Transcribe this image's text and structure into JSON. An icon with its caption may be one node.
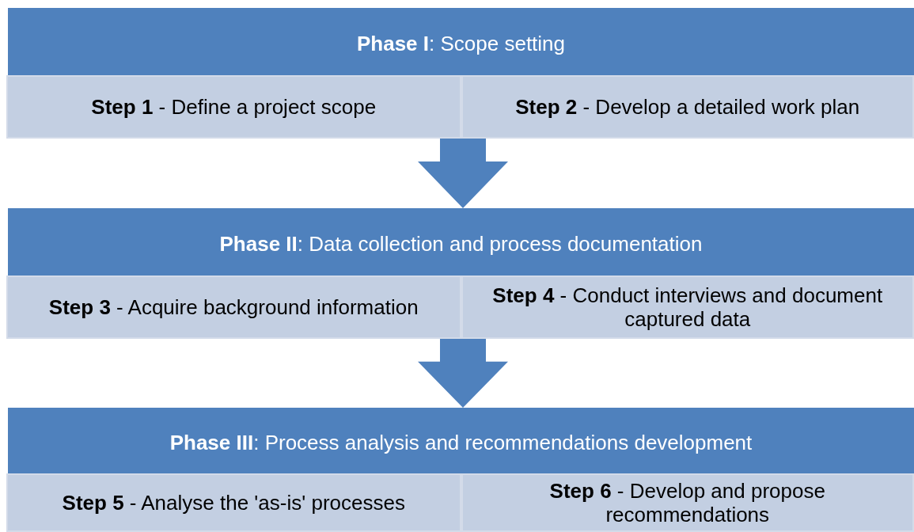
{
  "diagram": {
    "nodes": [
      {
        "text": [
          "**Phase I**: Scope setting"
        ]
      },
      {
        "text": [
          "**Step 1** - Define a project scope"
        ],
        "in": 0
      },
      {
        "text": [
          "**Step 2** - Develop a detailed work plan"
        ],
        "in": 0
      },
      {
        "text": [
          "**Phase II**: Data collection and process documentation"
        ]
      },
      {
        "text": [
          "**Step 3** - Acquire background information"
        ],
        "in": 3
      },
      {
        "text": [
          "**Step 4** - Conduct interviews and document captured data"
        ],
        "in": 3
      },
      {
        "text": [
          "**Phase III**: Process analysis and recommendations development"
        ]
      },
      {
        "text": [
          "**Step 5** - Analyse the 'as-is' processes"
        ],
        "in": 6
      },
      {
        "text": [
          "**Step 6** - Develop and propose recommendations"
        ],
        "in": 6
      }
    ],
    "edges": [
      {
        "from": 0,
        "to": 3,
        "arrow": "to"
      },
      {
        "from": 3,
        "to": 6,
        "arrow": "to"
      }
    ]
  }
}
